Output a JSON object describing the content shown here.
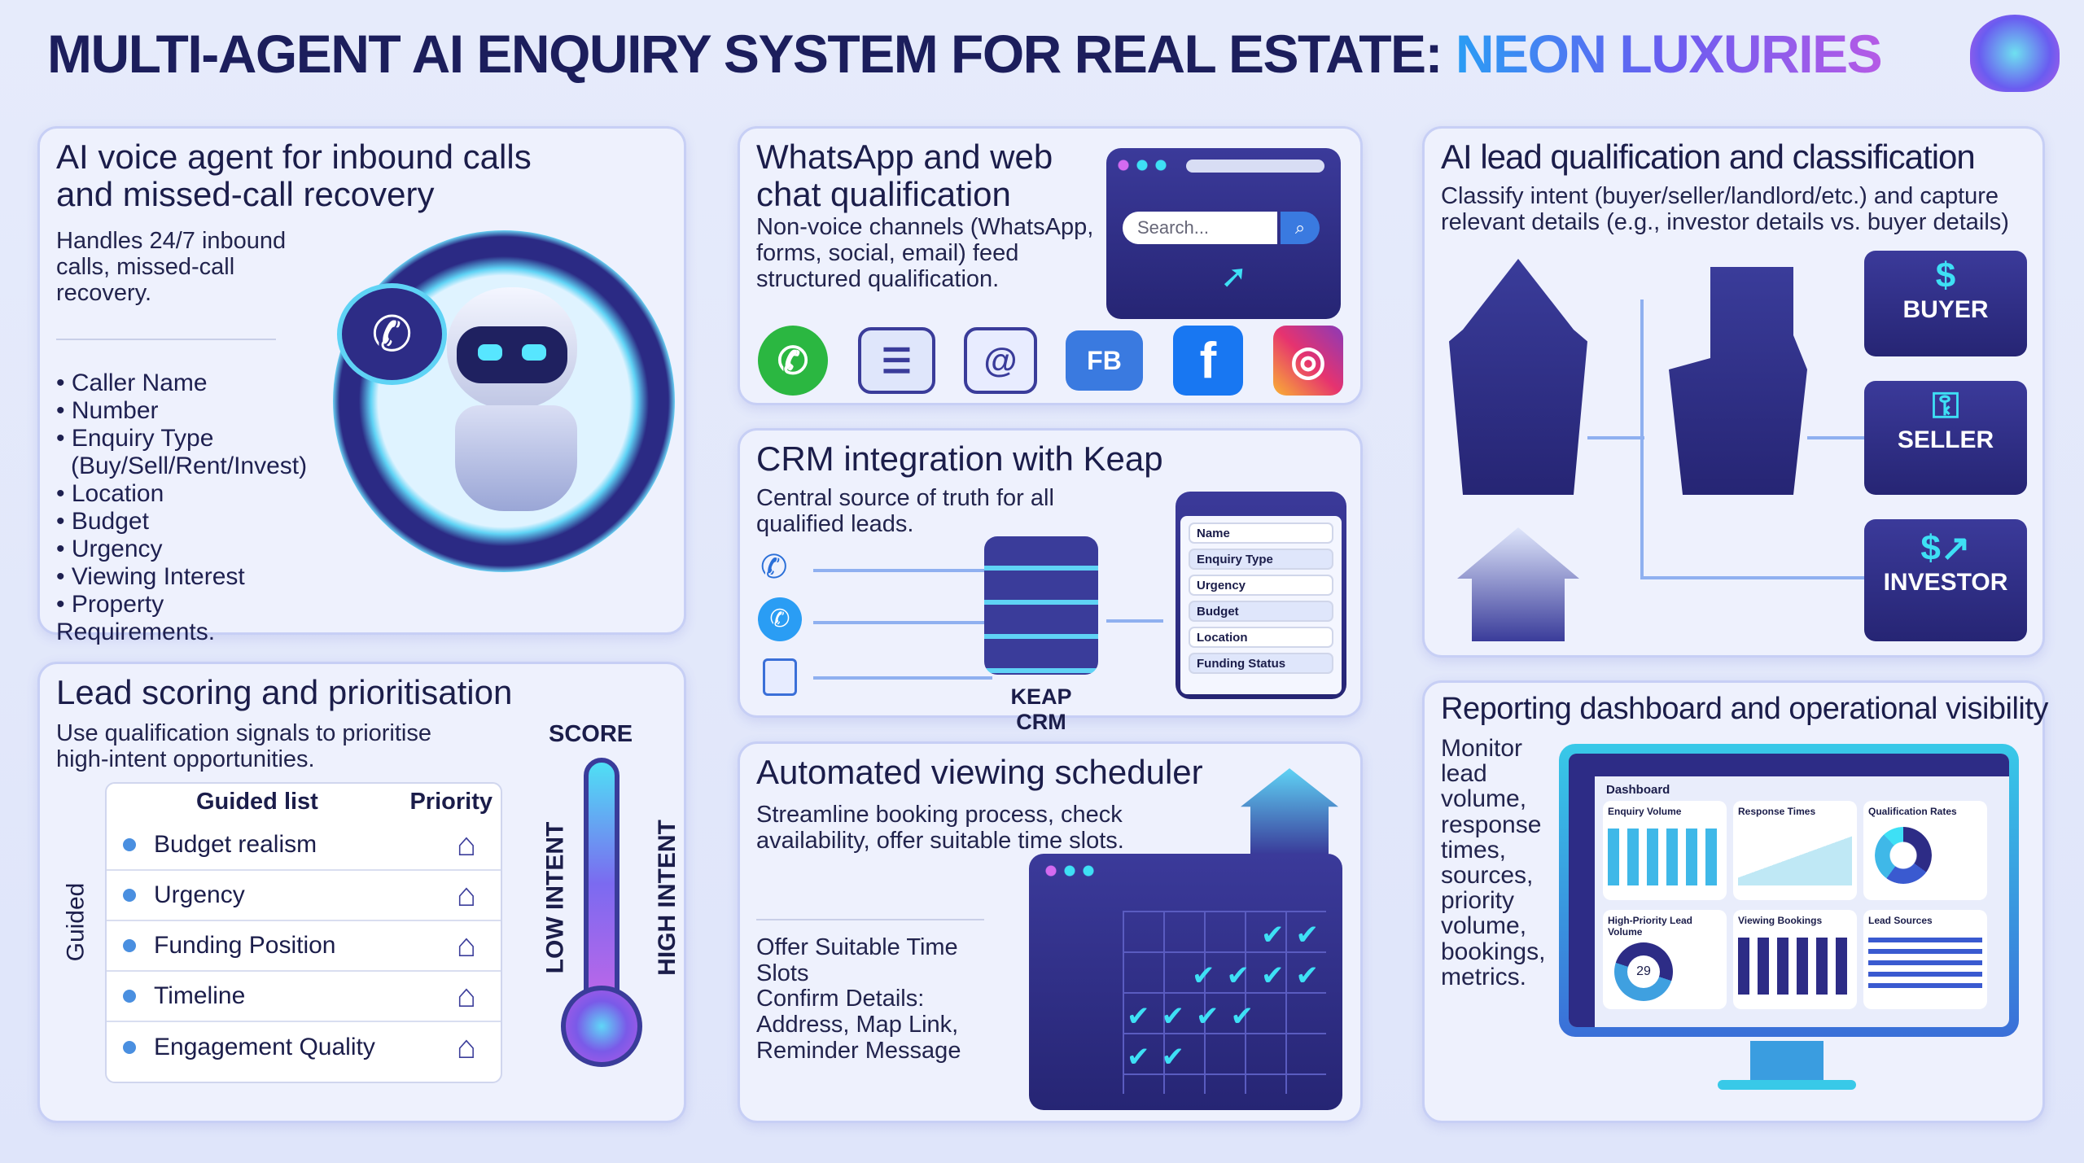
{
  "title": {
    "main": "MULTI-AGENT AI ENQUIRY SYSTEM FOR REAL ESTATE:",
    "brand": "NEON LUXURIES"
  },
  "voice": {
    "heading": "AI voice agent for inbound calls and missed-call recovery",
    "desc": "Handles 24/7 inbound calls, missed-call recovery.",
    "fields": [
      "Caller Name",
      "Number",
      "Enquiry Type (Buy/Sell/Rent/Invest)",
      "Location",
      "Budget",
      "Urgency",
      "Viewing Interest",
      "Property Requirements."
    ]
  },
  "scoring": {
    "heading": "Lead scoring and prioritisation",
    "desc": "Use qualification signals to prioritise high-intent opportunities.",
    "list_header": "Guided list",
    "priority_header": "Priority",
    "side_label": "Guided",
    "items": [
      "Budget realism",
      "Urgency",
      "Funding Position",
      "Timeline",
      "Engagement Quality"
    ],
    "score_label": "SCORE",
    "low": "LOW INTENT",
    "high": "HIGH INTENT"
  },
  "chat": {
    "heading": "WhatsApp and web chat qualification",
    "desc": "Non-voice channels (WhatsApp, forms, social, email) feed structured qualification.",
    "search_placeholder": "Search...",
    "channels": [
      "whatsapp-icon",
      "web-form-icon",
      "email-icon",
      "fb-video-icon",
      "facebook-icon",
      "instagram-icon"
    ],
    "fb_label": "FB"
  },
  "crm": {
    "heading": "CRM integration with Keap",
    "desc": "Central source of truth for all qualified leads.",
    "server_label": "KEAP CRM",
    "fields": [
      "Name",
      "Enquiry Type",
      "Urgency",
      "Budget",
      "Location",
      "Funding Status"
    ]
  },
  "scheduler": {
    "heading": "Automated viewing scheduler",
    "desc": "Streamline booking process, check availability, offer suitable time slots.",
    "step1": "Offer Suitable Time Slots",
    "step2": "Confirm Details: Address, Map Link, Reminder Message"
  },
  "classify": {
    "heading": "AI lead qualification and classification",
    "desc": "Classify intent (buyer/seller/landlord/etc.) and capture relevant details (e.g., investor details vs. buyer details)",
    "outputs": [
      "BUYER",
      "SELLER",
      "INVESTOR"
    ]
  },
  "reporting": {
    "heading": "Reporting dashboard and operational visibility",
    "desc": "Monitor lead volume, response times, sources, priority volume, bookings, metrics.",
    "dashboard": {
      "title": "Dashboard",
      "cards": [
        "Enquiry Volume",
        "Response Times",
        "Qualification Rates",
        "High-Priority Lead Volume",
        "Viewing Bookings",
        "Lead Sources"
      ],
      "donut_value": "29"
    }
  },
  "colors": {
    "navy": "#262574",
    "cyan": "#2ec4e6",
    "accent": "#2a9df4"
  }
}
